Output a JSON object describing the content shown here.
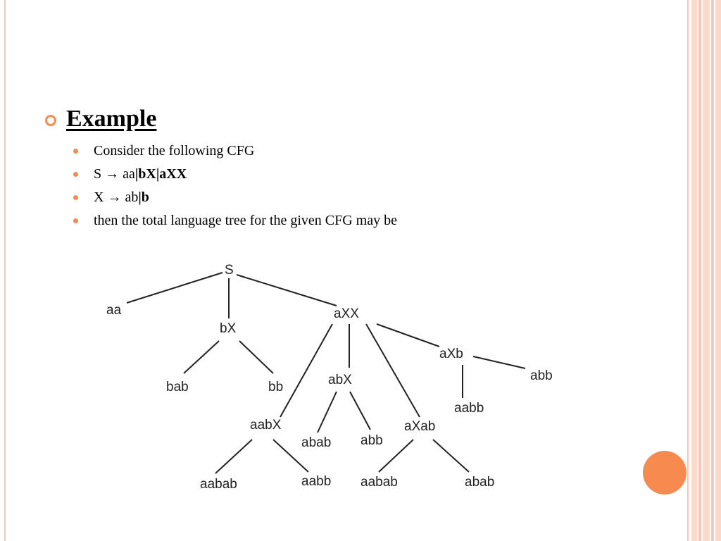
{
  "heading": "Example",
  "bullets": [
    {
      "plain": "Consider the following CFG",
      "bold": ""
    },
    {
      "plain": "S → aa",
      "bold": "|bX|aXX"
    },
    {
      "plain": "X → ab",
      "bold": "|b"
    },
    {
      "plain": "then the total language tree for the given CFG may be",
      "bold": ""
    }
  ],
  "tree": {
    "S": "S",
    "aa": "aa",
    "bX": "bX",
    "aXX": "aXX",
    "bab": "bab",
    "bb": "bb",
    "aabX": "aabX",
    "abX": "abX",
    "aXab": "aXab",
    "aXb": "aXb",
    "abb_top": "abb",
    "aabb_right": "aabb",
    "abab_mid": "abab",
    "abb_mid": "abb",
    "aabab_left": "aabab",
    "aabb_left": "aabb",
    "aabab_right": "aabab",
    "abab_right": "abab"
  },
  "colors": {
    "accent": "#f68a4f",
    "stripe": "#fbd9ca"
  }
}
